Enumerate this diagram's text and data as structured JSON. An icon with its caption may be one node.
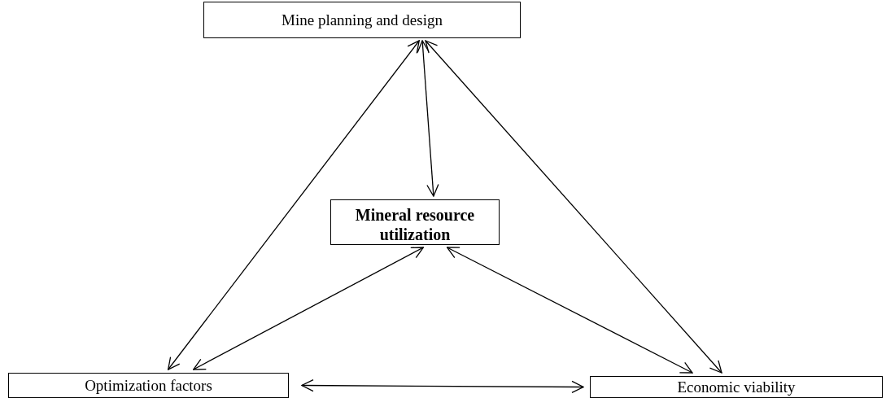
{
  "diagram": {
    "nodes": [
      {
        "text": [
          "Mine planning and design"
        ]
      },
      {
        "text": [
          "Mineral resource utilization"
        ]
      },
      {
        "text": [
          "Optimization factors"
        ]
      },
      {
        "text": [
          "Economic viability"
        ]
      }
    ],
    "edges": [
      {
        "from": 0,
        "to": 2,
        "arrow": "both"
      },
      {
        "from": 0,
        "to": 1,
        "arrow": "both"
      },
      {
        "from": 0,
        "to": 3,
        "arrow": "both"
      },
      {
        "from": 1,
        "to": 2,
        "arrow": "both"
      },
      {
        "from": 1,
        "to": 3,
        "arrow": "both"
      },
      {
        "from": 2,
        "to": 3,
        "arrow": "both"
      }
    ]
  }
}
